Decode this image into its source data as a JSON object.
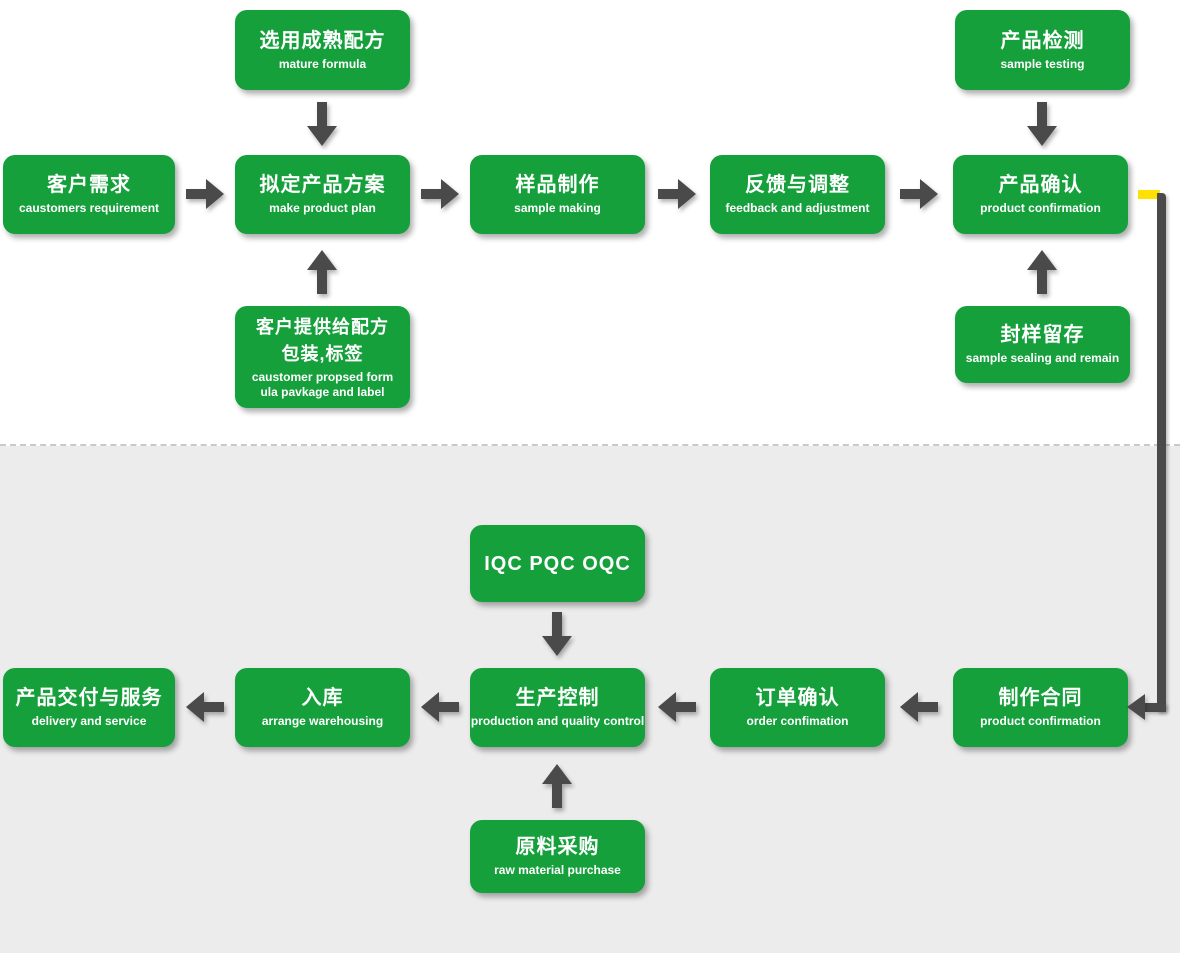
{
  "colors": {
    "node_green": "#15a03c",
    "arrow_gray": "#4a4a4a",
    "connector_yellow": "#ffe000",
    "section_bottom_bg": "#ececec",
    "divider_gray": "#c9c9c9"
  },
  "nodes": {
    "mature_formula": {
      "title": "选用成熟配方",
      "subtitle": "mature formula"
    },
    "customer_requirement": {
      "title": "客户需求",
      "subtitle": "caustomers requirement"
    },
    "product_plan": {
      "title": "拟定产品方案",
      "subtitle": "make product plan"
    },
    "sample_making": {
      "title": "样品制作",
      "subtitle": "sample making"
    },
    "feedback_adjustment": {
      "title": "反馈与调整",
      "subtitle": "feedback and adjustment"
    },
    "product_testing": {
      "title": "产品检测",
      "subtitle": "sample testing"
    },
    "product_confirmation": {
      "title": "产品确认",
      "subtitle": "product confirmation"
    },
    "customer_formula": {
      "title_line1": "客户提供给配方",
      "title_line2": "包装,标签",
      "subtitle_line1": "caustomer propsed form",
      "subtitle_line2": "ula pavkage and label"
    },
    "sample_sealing": {
      "title": "封样留存",
      "subtitle": "sample sealing and remain"
    },
    "iqc_pqc_oqc": {
      "title": "IQC PQC OQC"
    },
    "production_control": {
      "title": "生产控制",
      "subtitle": "production and quality control"
    },
    "order_confirmation": {
      "title": "订单确认",
      "subtitle": "order confimation"
    },
    "contract_making": {
      "title": "制作合同",
      "subtitle": "product confirmation"
    },
    "warehousing": {
      "title": "入库",
      "subtitle": "arrange warehousing"
    },
    "delivery_service": {
      "title": "产品交付与服务",
      "subtitle": "delivery and service"
    },
    "raw_material": {
      "title": "原料采购",
      "subtitle": "raw material purchase"
    }
  }
}
